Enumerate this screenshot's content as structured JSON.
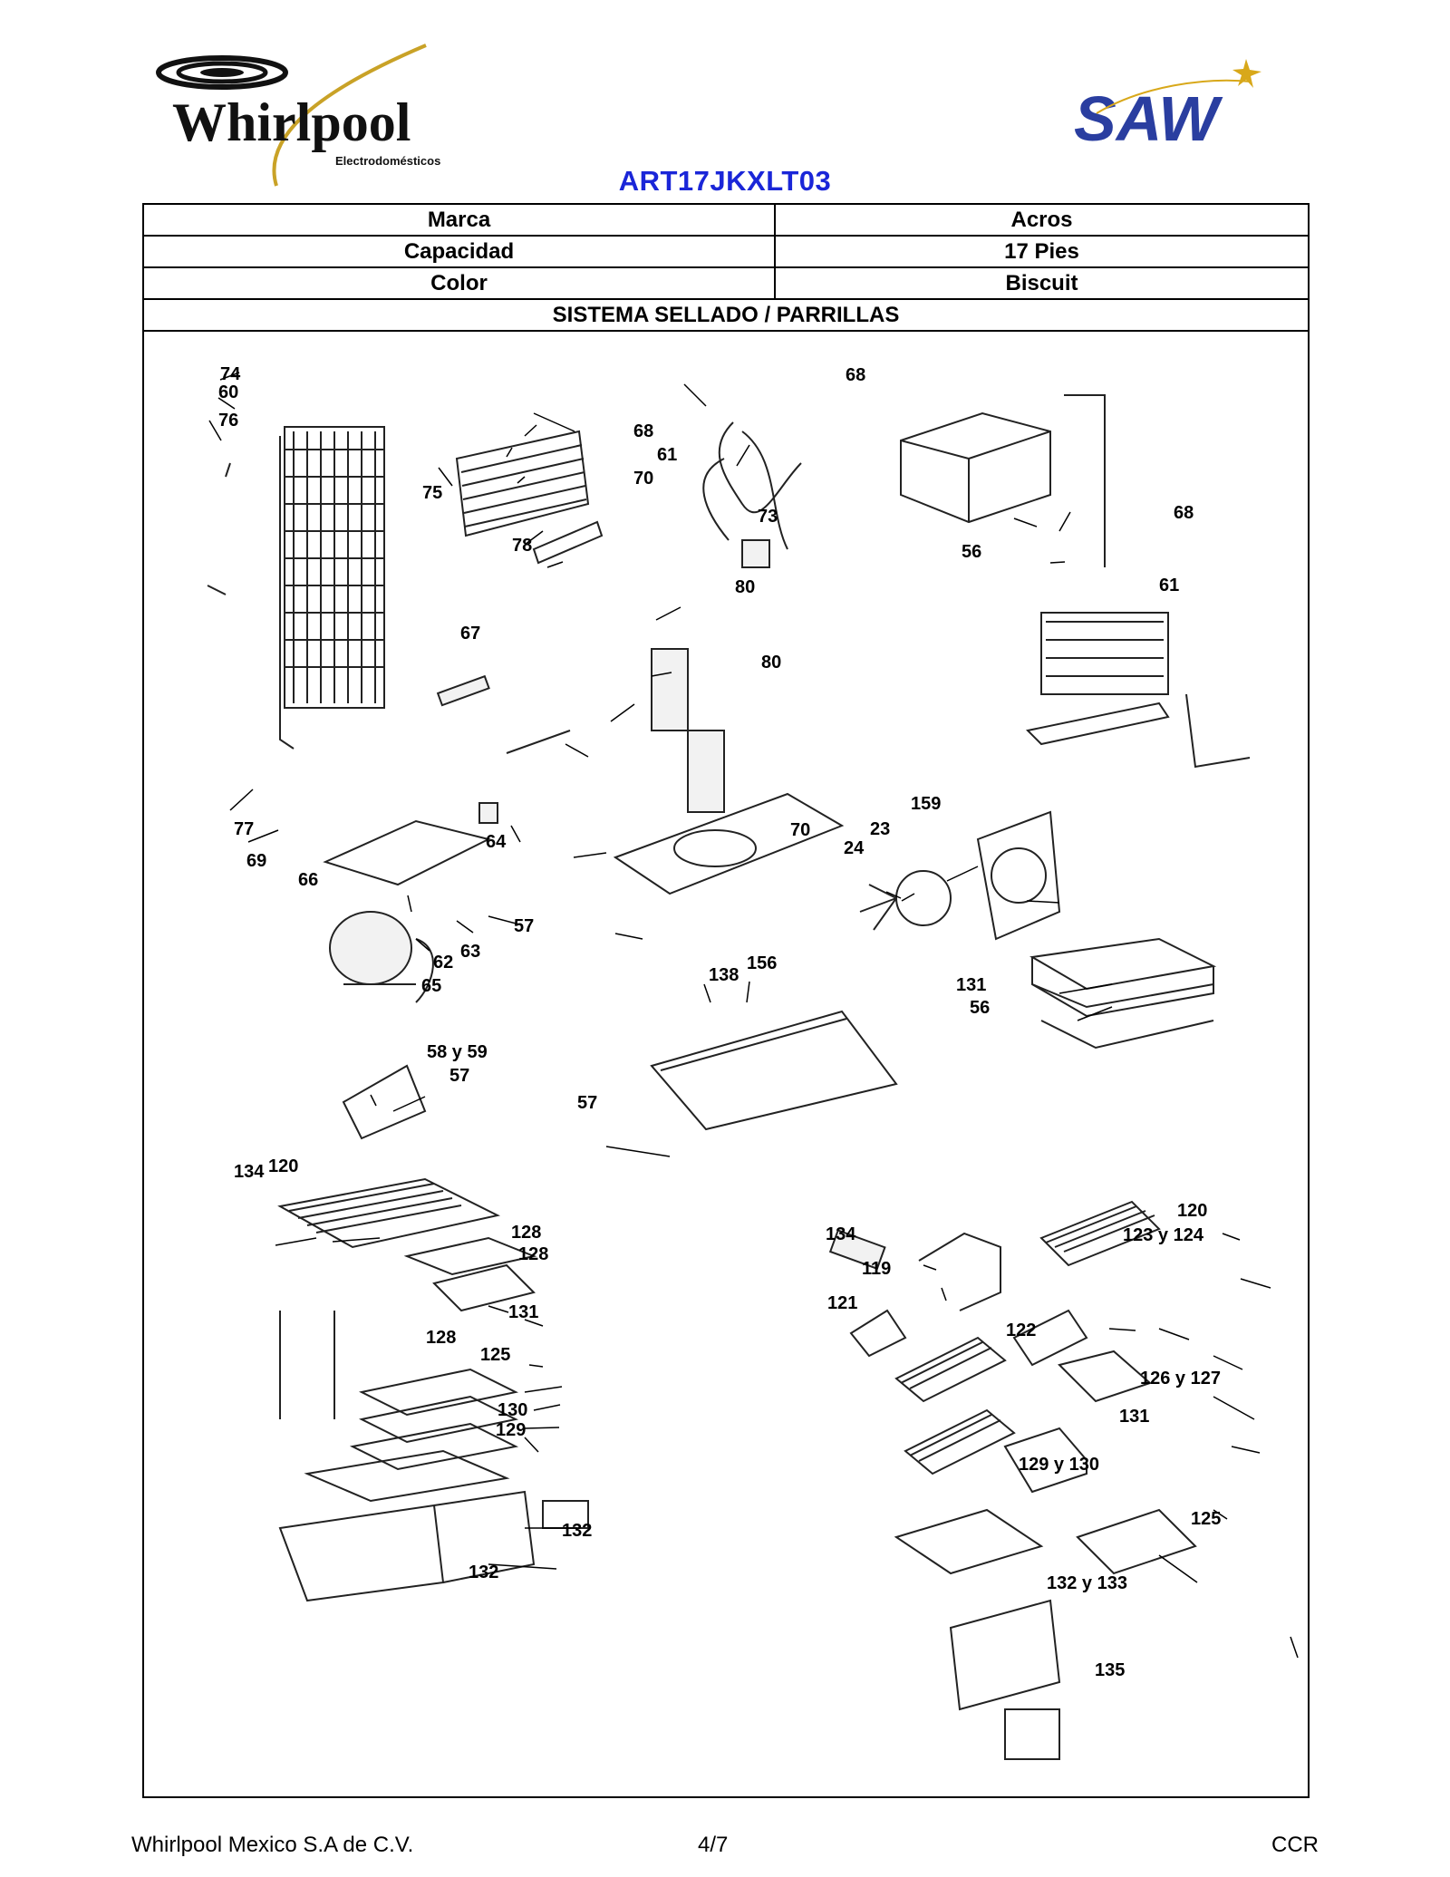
{
  "header": {
    "brand_logo_text": "Whirlpool",
    "brand_logo_subtext": "Electrodomésticos",
    "partner_logo_text": "SAW",
    "model": "ART17JKXLT03"
  },
  "specs": [
    {
      "label": "Marca",
      "value": "Acros"
    },
    {
      "label": "Capacidad",
      "value": "17 Pies"
    },
    {
      "label": "Color",
      "value": "Biscuit"
    }
  ],
  "section_title": "SISTEMA SELLADO / PARRILLAS",
  "callouts": {
    "c74": "74",
    "c60": "60",
    "c76": "76",
    "c75": "75",
    "c68a": "68",
    "c61a": "61",
    "c70a": "70",
    "c68b": "68",
    "c73": "73",
    "c78": "78",
    "c80a": "80",
    "c80b": "80",
    "c56a": "56",
    "c68c": "68",
    "c61b": "61",
    "c67": "67",
    "c77": "77",
    "c69": "69",
    "c64": "64",
    "c70b": "70",
    "c23": "23",
    "c24": "24",
    "c159": "159",
    "c66": "66",
    "c62": "62",
    "c63": "63",
    "c65": "65",
    "c57a": "57",
    "c138": "138",
    "c156": "156",
    "c131a": "131",
    "c56b": "56",
    "c58": "58 y 59",
    "c57b": "57",
    "c57c": "57",
    "c134a": "134",
    "c120a": "120",
    "c128a": "128",
    "c128b": "128",
    "c131b": "131",
    "c128c": "128",
    "c125a": "125",
    "c130": "130",
    "c129": "129",
    "c132a": "132",
    "c132b": "132",
    "c134b": "134",
    "c119": "119",
    "c121": "121",
    "c120b": "120",
    "c123": "123 y 124",
    "c122": "122",
    "c126": "126 y 127",
    "c131c": "131",
    "c129b": "129 y 130",
    "c125b": "125",
    "c132c": "132  y 133",
    "c135": "135"
  },
  "footer": {
    "company": "Whirlpool Mexico S.A de C.V.",
    "page": "4/7",
    "code": "CCR"
  },
  "colors": {
    "model_title": "#1a26d8",
    "whirlpool_swoosh": "#c9a227",
    "saw_blue": "#2a3ea0",
    "saw_star": "#d8a81a"
  }
}
